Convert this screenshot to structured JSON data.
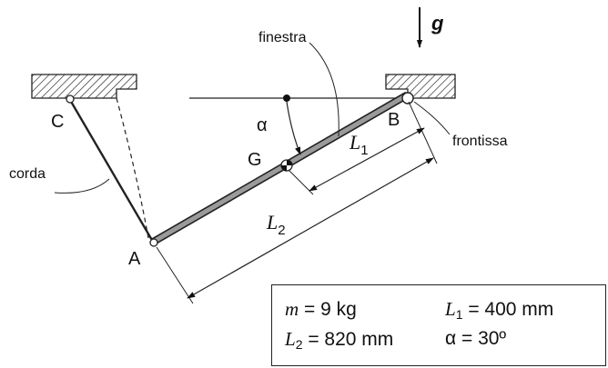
{
  "labels": {
    "c": "C",
    "a": "A",
    "b": "B",
    "g_point": "G",
    "alpha": "α",
    "l1": "L",
    "l1_sub": "1",
    "l2": "L",
    "l2_sub": "2",
    "gravity": "g",
    "finestra": "finestra",
    "frontissa": "frontissa",
    "corda": "corda"
  },
  "data_box": {
    "m_sym": "m",
    "m_val": " = 9 kg",
    "l1_sym": "L",
    "l1_sub": "1",
    "l1_val": " = 400 mm",
    "l2_sym": "L",
    "l2_sub": "2",
    "l2_val": " = 820 mm",
    "alpha_text": "α = 30º"
  }
}
